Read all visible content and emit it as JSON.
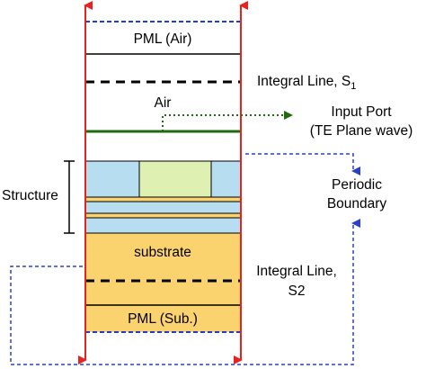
{
  "labels": {
    "pml_air": "PML (Air)",
    "integral_line_s1": "Integral Line, S",
    "integral_line_s1_sub": "1",
    "air": "Air",
    "input_port_line1": "Input Port",
    "input_port_line2": "(TE  Plane wave)",
    "periodic_boundary_line1": "Periodic",
    "periodic_boundary_line2": "Boundary",
    "structure": "Structure",
    "substrate": "substrate",
    "integral_line_s2_line1": "Integral Line,",
    "integral_line_s2_line2": "S2",
    "pml_sub": "PML (Sub.)"
  },
  "colors": {
    "boundary_red": "#e8221f",
    "pml_blue_dashed": "#1f3ccf",
    "input_port_green": "#1e6b12",
    "periodic_link_blue": "#2a40c8",
    "substrate_fill": "#fad36e",
    "structure_light_blue": "#b7def0",
    "structure_light_green": "#dff0b3",
    "outline": "#000000"
  }
}
